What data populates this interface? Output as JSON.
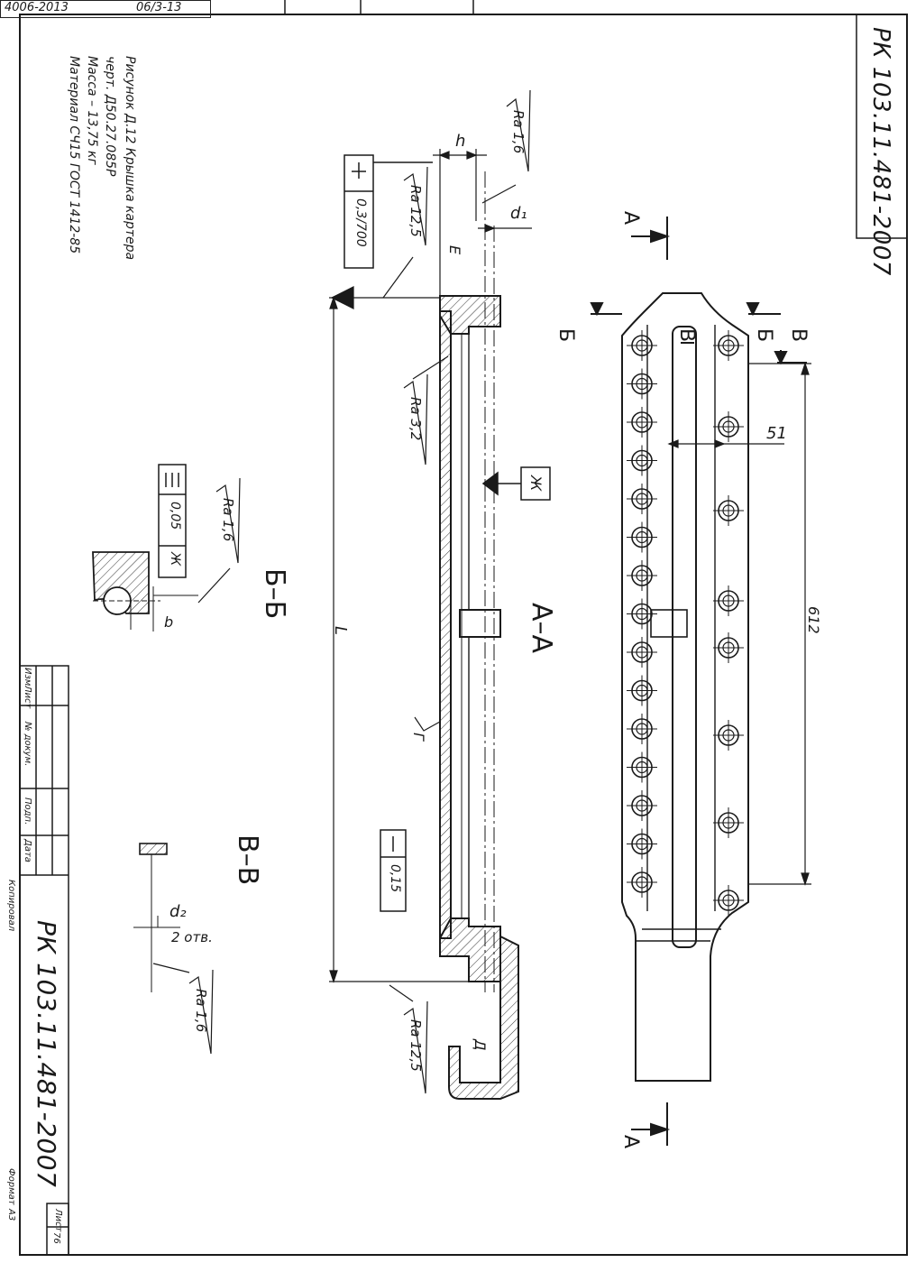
{
  "stamp": {
    "number": "4006-2013",
    "signature": "06/3-13"
  },
  "designation": "РК 103.11.481-2007",
  "caption": {
    "line1": "Рисунок Д.12 Крышка картера",
    "line2": "черт. Д50.27.085Р",
    "line3": "Масса – 13,75 кг",
    "line4": "Материал СЧ15 ГОСТ 1412-85"
  },
  "sections": {
    "aa": "А–А",
    "bb": "Б–Б",
    "vv": "В–В"
  },
  "cut_letters": {
    "a": "А",
    "b": "Б",
    "v": "В"
  },
  "roughness": {
    "r16": "Ra 1,6",
    "r125": "Ra 12,5",
    "r32": "Ra 3,2"
  },
  "tolerances": {
    "perp": "0,3/700",
    "flat": "0,15",
    "sym": "0,05",
    "datum_zh": "Ж"
  },
  "dimensions": {
    "h": "h",
    "d1": "d₁",
    "d2": "d₂",
    "holes": "2 отв.",
    "b": "b",
    "L": "L",
    "d51": "51",
    "d612": "612"
  },
  "letters": {
    "e": "Е",
    "g": "Г",
    "d": "Д",
    "zh": "Ж"
  },
  "title_block": {
    "izm": "Изм",
    "list": "Лист",
    "ndoc": "№ докум.",
    "podp": "Подп.",
    "data": "Дата",
    "kopiroval": "Копировал",
    "format": "Формат",
    "a3": "А3",
    "list_label": "Лист",
    "sheet_no": "76"
  },
  "colors": {
    "line": "#1a1a1a",
    "hatch": "#333333",
    "paper": "#ffffff"
  }
}
